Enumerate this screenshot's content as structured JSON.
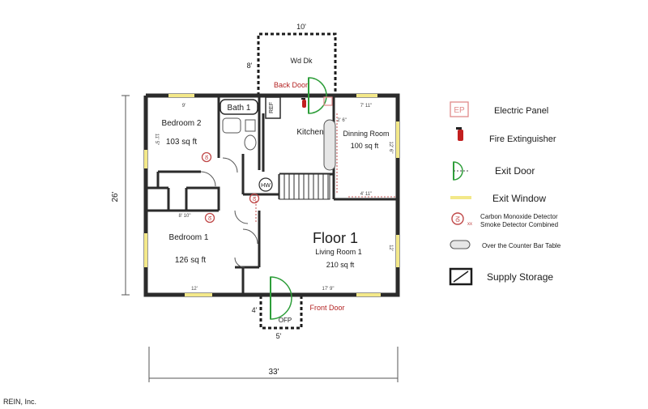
{
  "plan": {
    "floor_title": "Floor 1",
    "rooms": {
      "bedroom2": {
        "name": "Bedroom 2",
        "area": "103 sq ft"
      },
      "bedroom1": {
        "name": "Bedroom 1",
        "area": "126 sq ft"
      },
      "kitchen": {
        "name": "Kitchen"
      },
      "dining": {
        "name": "Dinning Room",
        "area": "100 sq ft"
      },
      "living": {
        "name": "Living Room 1",
        "area": "210 sq ft"
      },
      "bath": {
        "name": "Bath 1"
      },
      "deck": {
        "name": "Wd Dk"
      },
      "porch": {
        "name": "OFP"
      }
    },
    "fixtures": {
      "ref": "REF",
      "water_heater": "HW"
    },
    "doors": {
      "back": "Back Door",
      "front": "Front Door"
    },
    "dimensions": {
      "overall_width": "33'",
      "overall_depth": "26'",
      "deck_width": "10'",
      "deck_depth": "8'",
      "porch_width": "5'",
      "porch_depth": "4'",
      "bed2_width": "9'",
      "bed2_depth": "11' 5\"",
      "bed1_width": "8' 10\"",
      "bed1_bottom": "12'",
      "dining_width": "7' 11\"",
      "dining_depth": "12' 6\"",
      "living_width": "17' 9\"",
      "living_depth": "12'",
      "kitchen_dim_a": "2' 6\"",
      "kitchen_dim_b": "4' 11\""
    },
    "watermark": "REIN, Inc."
  },
  "legend": {
    "items": [
      {
        "symbol": "electric-panel",
        "symbol_text": "EP",
        "label": "Electric Panel"
      },
      {
        "symbol": "fire-extinguisher",
        "label": "Fire Extinguisher"
      },
      {
        "symbol": "exit-door",
        "label": "Exit Door"
      },
      {
        "symbol": "exit-window",
        "label": "Exit Window"
      },
      {
        "symbol": "co-smoke-detector",
        "symbol_text": "xx",
        "label": "Carbon Monoxide Detector",
        "label2": "Smoke Detector Combined"
      },
      {
        "symbol": "bar-table",
        "label": "Over the Counter Bar Table"
      },
      {
        "symbol": "supply-storage",
        "label": "Supply Storage"
      }
    ]
  },
  "colors": {
    "wall": "#2b2b2b",
    "exit_door": "#2e9e3a",
    "exit_window": "#f3e889",
    "electric_panel": "#e08a8a",
    "extinguisher": "#c21f1f",
    "detector": "#c04848",
    "dim_text": "#b32222"
  }
}
